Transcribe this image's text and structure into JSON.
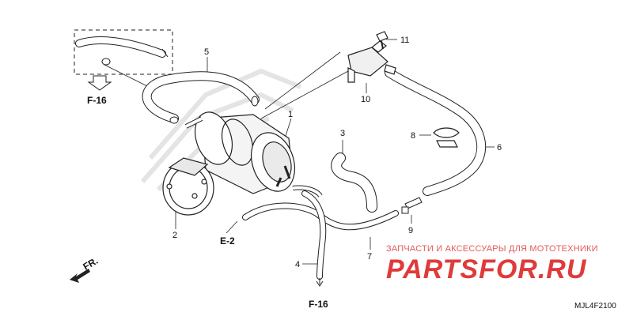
{
  "diagram": {
    "callouts": {
      "c1": "1",
      "c2": "2",
      "c3": "3",
      "c4": "4",
      "c5": "5",
      "c6": "6",
      "c7": "7",
      "c8": "8",
      "c9": "9",
      "c10": "10",
      "c11": "11"
    },
    "refs": {
      "f16_top": "F-16",
      "e2": "E-2",
      "f16_bottom": "F-16",
      "front": "FR."
    },
    "part_code": "MJL4F2100"
  },
  "watermark": {
    "text": "ЗАПЧАСТИ И АКСЕССУАРЫ ДЛЯ МОТОТЕХНИКИ",
    "logo": "PARTSFOR.RU",
    "color": "#e03a3a"
  }
}
